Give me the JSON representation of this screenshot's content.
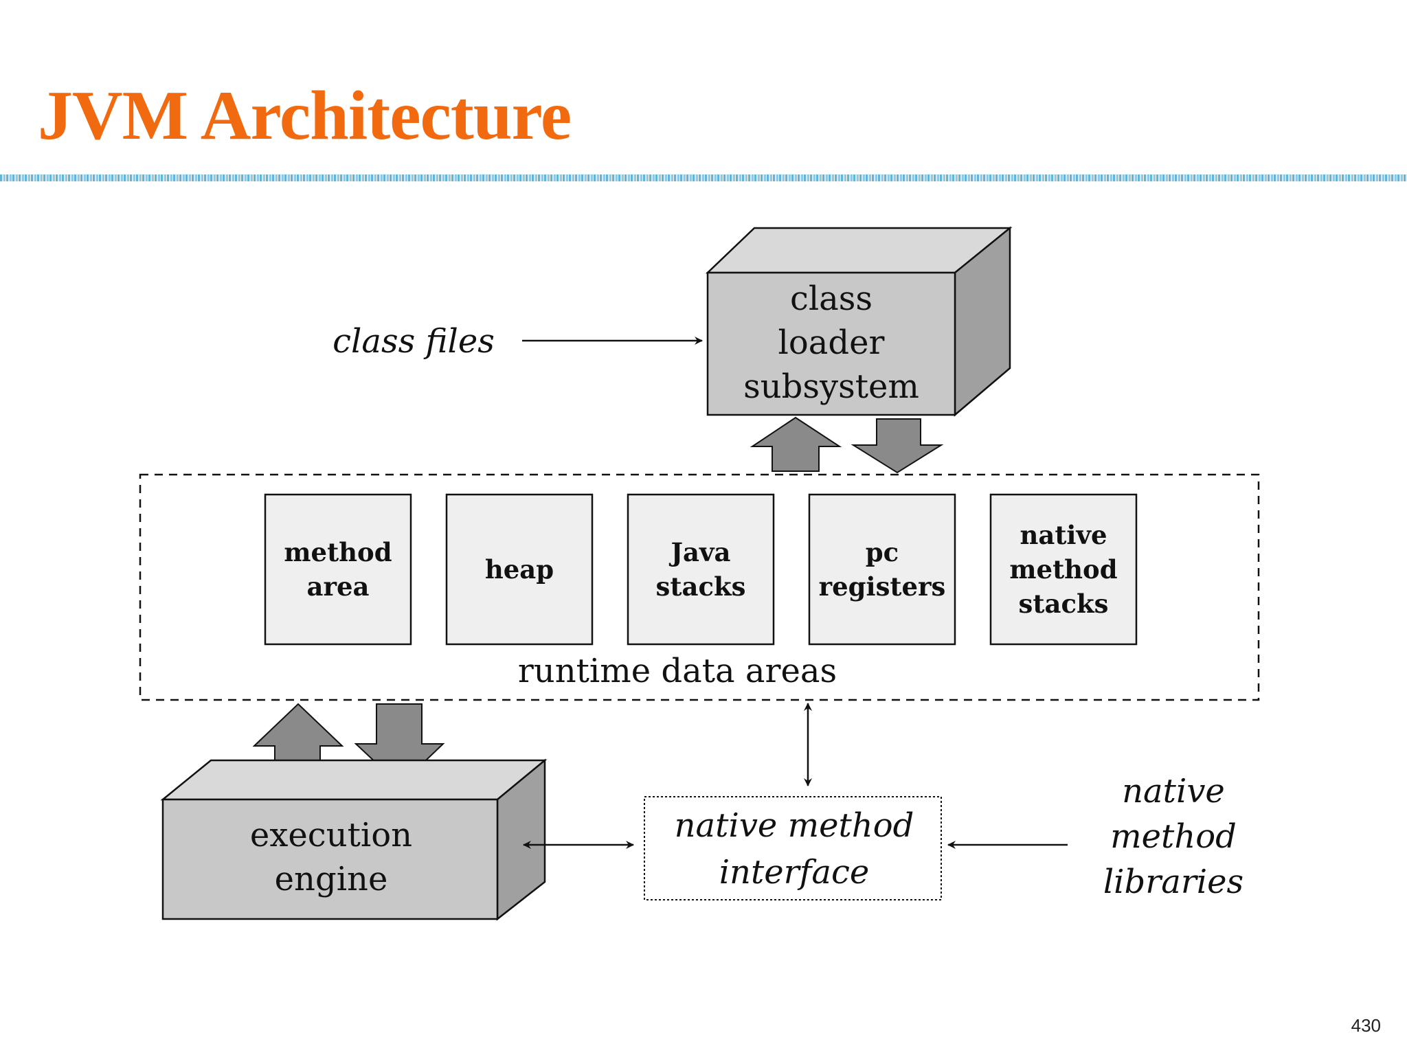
{
  "slide": {
    "title": "JVM Architecture",
    "page_number": "430"
  },
  "diagram": {
    "input_label": [
      "class files"
    ],
    "class_loader": [
      "class",
      "loader",
      "subsystem"
    ],
    "runtime_data_areas": {
      "label": "runtime data areas",
      "areas": [
        {
          "lines": [
            "method",
            "area"
          ]
        },
        {
          "lines": [
            "heap"
          ]
        },
        {
          "lines": [
            "Java",
            "stacks"
          ]
        },
        {
          "lines": [
            "pc",
            "registers"
          ]
        },
        {
          "lines": [
            "native",
            "method",
            "stacks"
          ]
        }
      ]
    },
    "execution_engine": [
      "execution",
      "engine"
    ],
    "native_interface": [
      "native method",
      "interface"
    ],
    "native_libraries": [
      "native",
      "method",
      "libraries"
    ]
  },
  "colors": {
    "title": "#f26a10",
    "box_front": "#c8c8c8",
    "box_top": "#d9d9d9",
    "box_side": "#a0a0a0",
    "area_fill": "#efefef",
    "arrow_fill": "#8a8a8a"
  }
}
